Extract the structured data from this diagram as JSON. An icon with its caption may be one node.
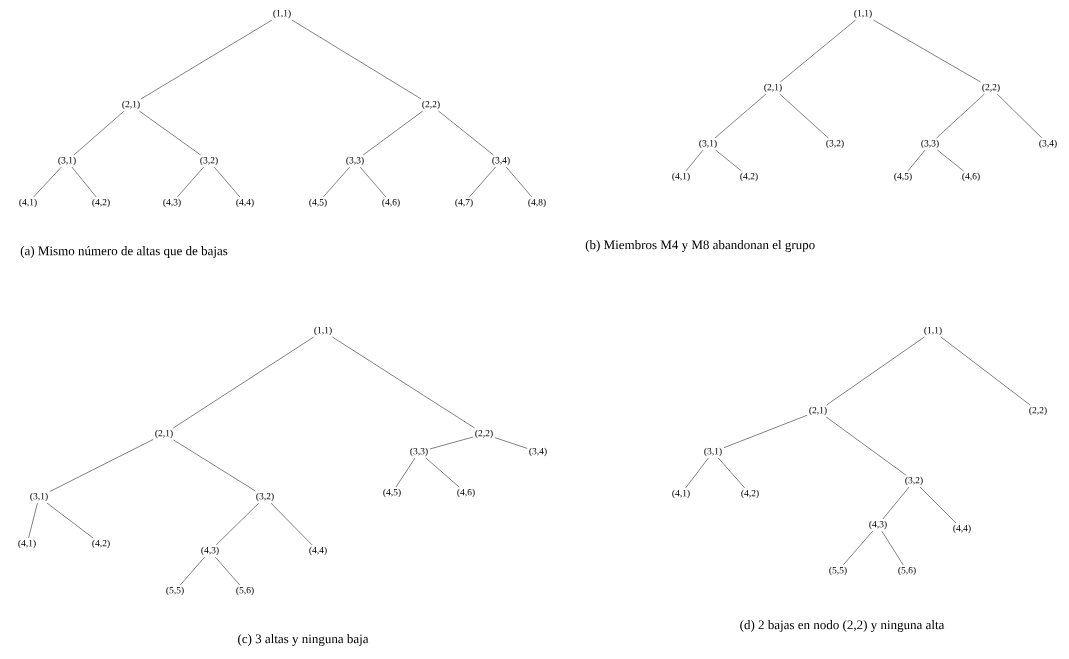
{
  "diagram": {
    "nodes": [
      {
        "text": [
          "(1,1)"
        ]
      },
      {
        "text": [
          "(2,1)"
        ]
      },
      {
        "text": [
          "(2,2)"
        ]
      },
      {
        "text": [
          "(3,1)"
        ]
      },
      {
        "text": [
          "(3,2)"
        ]
      },
      {
        "text": [
          "(3,3)"
        ]
      },
      {
        "text": [
          "(3,4)"
        ]
      },
      {
        "text": [
          "(4,1)"
        ]
      },
      {
        "text": [
          "(4,2)"
        ]
      },
      {
        "text": [
          "(4,3)"
        ]
      },
      {
        "text": [
          "(4,4)"
        ]
      },
      {
        "text": [
          "(4,5)"
        ]
      },
      {
        "text": [
          "(4,6)"
        ]
      },
      {
        "text": [
          "(4,7)"
        ]
      },
      {
        "text": [
          "(4,8)"
        ]
      },
      {
        "text": [
          "(1,1)"
        ]
      },
      {
        "text": [
          "(2,1)"
        ]
      },
      {
        "text": [
          "(2,2)"
        ]
      },
      {
        "text": [
          "(3,1)"
        ]
      },
      {
        "text": [
          "(3,2)"
        ]
      },
      {
        "text": [
          "(3,3)"
        ]
      },
      {
        "text": [
          "(3,4)"
        ]
      },
      {
        "text": [
          "(4,1)"
        ]
      },
      {
        "text": [
          "(4,2)"
        ]
      },
      {
        "text": [
          "(4,5)"
        ]
      },
      {
        "text": [
          "(4,6)"
        ]
      },
      {
        "text": [
          "(1,1)"
        ]
      },
      {
        "text": [
          "(2,1)"
        ]
      },
      {
        "text": [
          "(2,2)"
        ]
      },
      {
        "text": [
          "(3,1)"
        ]
      },
      {
        "text": [
          "(3,2)"
        ]
      },
      {
        "text": [
          "(3,3)"
        ]
      },
      {
        "text": [
          "(3,4)"
        ]
      },
      {
        "text": [
          "(4,1)"
        ]
      },
      {
        "text": [
          "(4,2)"
        ]
      },
      {
        "text": [
          "(4,3)"
        ]
      },
      {
        "text": [
          "(4,4)"
        ]
      },
      {
        "text": [
          "(4,5)"
        ]
      },
      {
        "text": [
          "(4,6)"
        ]
      },
      {
        "text": [
          "(5,5)"
        ]
      },
      {
        "text": [
          "(5,6)"
        ]
      },
      {
        "text": [
          "(1,1)"
        ]
      },
      {
        "text": [
          "(2,1)"
        ]
      },
      {
        "text": [
          "(2,2)"
        ]
      },
      {
        "text": [
          "(3,1)"
        ]
      },
      {
        "text": [
          "(3,2)"
        ]
      },
      {
        "text": [
          "(4,1)"
        ]
      },
      {
        "text": [
          "(4,2)"
        ]
      },
      {
        "text": [
          "(4,3)"
        ]
      },
      {
        "text": [
          "(4,4)"
        ]
      },
      {
        "text": [
          "(5,5)"
        ]
      },
      {
        "text": [
          "(5,6)"
        ]
      }
    ],
    "edges": [
      {
        "from": 0,
        "to": 1,
        "arrow": "none"
      },
      {
        "from": 0,
        "to": 2,
        "arrow": "none"
      },
      {
        "from": 1,
        "to": 3,
        "arrow": "none"
      },
      {
        "from": 1,
        "to": 4,
        "arrow": "none"
      },
      {
        "from": 2,
        "to": 5,
        "arrow": "none"
      },
      {
        "from": 2,
        "to": 6,
        "arrow": "none"
      },
      {
        "from": 3,
        "to": 7,
        "arrow": "none"
      },
      {
        "from": 3,
        "to": 8,
        "arrow": "none"
      },
      {
        "from": 4,
        "to": 9,
        "arrow": "none"
      },
      {
        "from": 4,
        "to": 10,
        "arrow": "none"
      },
      {
        "from": 5,
        "to": 11,
        "arrow": "none"
      },
      {
        "from": 5,
        "to": 12,
        "arrow": "none"
      },
      {
        "from": 6,
        "to": 13,
        "arrow": "none"
      },
      {
        "from": 6,
        "to": 14,
        "arrow": "none"
      },
      {
        "from": 15,
        "to": 16,
        "arrow": "none"
      },
      {
        "from": 15,
        "to": 17,
        "arrow": "none"
      },
      {
        "from": 16,
        "to": 18,
        "arrow": "none"
      },
      {
        "from": 16,
        "to": 19,
        "arrow": "none"
      },
      {
        "from": 17,
        "to": 20,
        "arrow": "none"
      },
      {
        "from": 17,
        "to": 21,
        "arrow": "none"
      },
      {
        "from": 18,
        "to": 22,
        "arrow": "none"
      },
      {
        "from": 18,
        "to": 23,
        "arrow": "none"
      },
      {
        "from": 20,
        "to": 24,
        "arrow": "none"
      },
      {
        "from": 20,
        "to": 25,
        "arrow": "none"
      },
      {
        "from": 26,
        "to": 27,
        "arrow": "none"
      },
      {
        "from": 26,
        "to": 28,
        "arrow": "none"
      },
      {
        "from": 27,
        "to": 29,
        "arrow": "none"
      },
      {
        "from": 27,
        "to": 30,
        "arrow": "none"
      },
      {
        "from": 28,
        "to": 31,
        "arrow": "none"
      },
      {
        "from": 28,
        "to": 32,
        "arrow": "none"
      },
      {
        "from": 29,
        "to": 33,
        "arrow": "none"
      },
      {
        "from": 29,
        "to": 34,
        "arrow": "none"
      },
      {
        "from": 30,
        "to": 35,
        "arrow": "none"
      },
      {
        "from": 30,
        "to": 36,
        "arrow": "none"
      },
      {
        "from": 31,
        "to": 37,
        "arrow": "none"
      },
      {
        "from": 31,
        "to": 38,
        "arrow": "none"
      },
      {
        "from": 35,
        "to": 39,
        "arrow": "none"
      },
      {
        "from": 35,
        "to": 40,
        "arrow": "none"
      },
      {
        "from": 41,
        "to": 42,
        "arrow": "none"
      },
      {
        "from": 41,
        "to": 43,
        "arrow": "none"
      },
      {
        "from": 42,
        "to": 44,
        "arrow": "none"
      },
      {
        "from": 42,
        "to": 45,
        "arrow": "none"
      },
      {
        "from": 44,
        "to": 46,
        "arrow": "none"
      },
      {
        "from": 44,
        "to": 47,
        "arrow": "none"
      },
      {
        "from": 45,
        "to": 48,
        "arrow": "none"
      },
      {
        "from": 45,
        "to": 49,
        "arrow": "none"
      },
      {
        "from": 48,
        "to": 50,
        "arrow": "none"
      },
      {
        "from": 48,
        "to": 51,
        "arrow": "none"
      }
    ],
    "labels": [
      "(a) Mismo número de altas que de bajas",
      "(b) Miembros M4 y M8 abandonan el grupo",
      "(c) 3 altas y ninguna baja",
      "(d) 2 bajas en nodo (2,2) y ninguna alta"
    ]
  }
}
